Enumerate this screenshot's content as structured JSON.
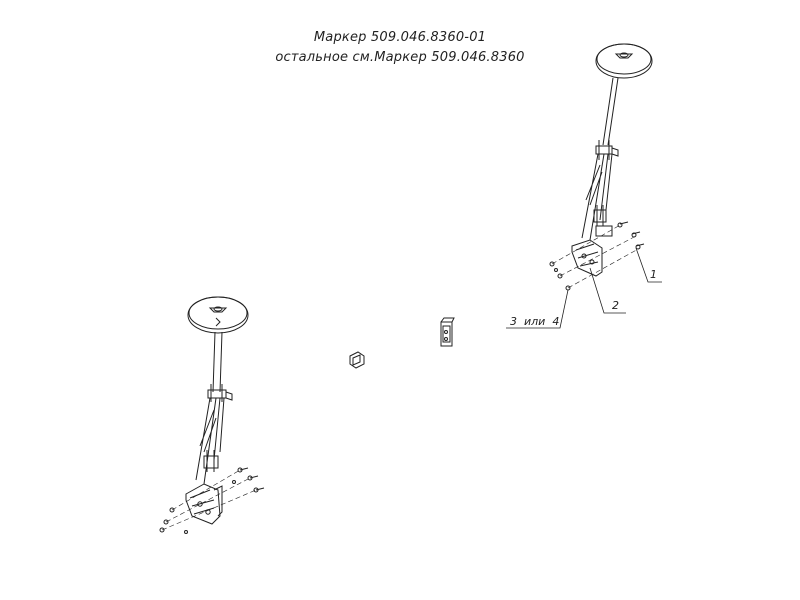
{
  "title": {
    "line1": "Маркер 509.046.8360-01",
    "line2": "остальное см.Маркер 509.046.8360"
  },
  "callouts": [
    {
      "id": "c1",
      "label": "1"
    },
    {
      "id": "c2",
      "label": "2"
    },
    {
      "id": "c3",
      "label": "3  или  4"
    }
  ],
  "colors": {
    "ink": "#222222",
    "background": "#ffffff"
  }
}
